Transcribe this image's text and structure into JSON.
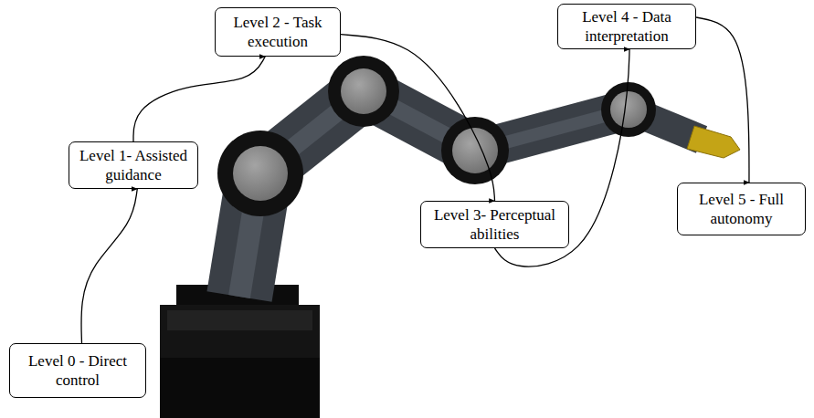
{
  "diagram": {
    "nodes": [
      {
        "text": [
          "Level 0 - Direct control"
        ]
      },
      {
        "text": [
          "Level 1- Assisted guidance"
        ]
      },
      {
        "text": [
          "Level 2 - Task execution"
        ]
      },
      {
        "text": [
          "Level 3- Perceptual abilities"
        ]
      },
      {
        "text": [
          "Level 4 - Data interpretation"
        ]
      },
      {
        "text": [
          "Level 5 - Full autonomy"
        ]
      }
    ],
    "edges": [
      {
        "from": 0,
        "to": 1,
        "arrow": "to"
      },
      {
        "from": 1,
        "to": 2,
        "arrow": "to"
      },
      {
        "from": 2,
        "to": 3,
        "arrow": "to"
      },
      {
        "from": 3,
        "to": 4,
        "arrow": "to"
      },
      {
        "from": 4,
        "to": 5,
        "arrow": "to"
      }
    ]
  }
}
